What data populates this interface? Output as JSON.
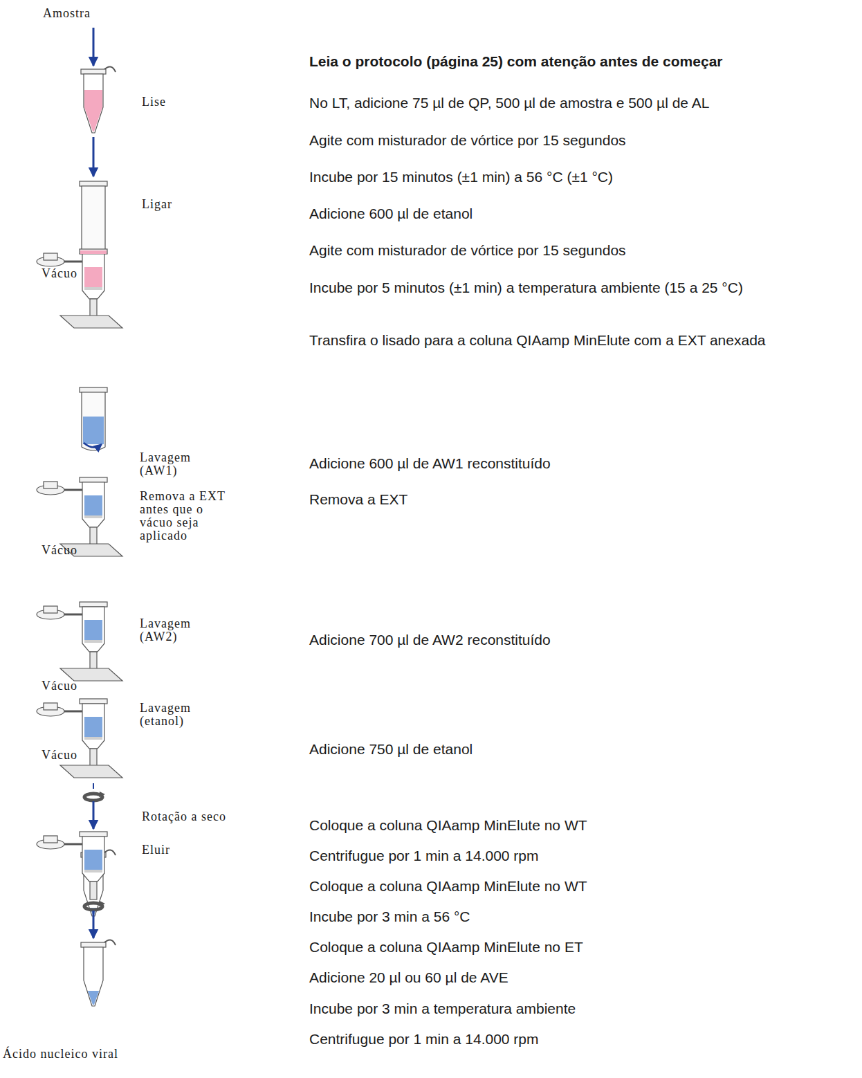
{
  "diagram": {
    "title": "Leia o protocolo (página 25) com atenção antes de começar",
    "labels": [
      "Amostra",
      "Lise",
      "Ligar",
      "Vácuo",
      "Lavagem (AW1)",
      "Remova a EXT antes que o vácuo seja aplicado",
      "Vácuo",
      "Lavagem (AW2)",
      "Vácuo",
      "Lavagem (etanol)",
      "Vácuo",
      "Rotação a seco",
      "Eluir",
      "Ácido nucleico viral",
      "No LT, adicione 75 µl de QP, 500 µl de amostra e 500 µl de AL",
      "Agite com misturador de vórtice por 15 segundos",
      "Incube por 15 minutos (±1 min) a 56 °C (±1 °C)",
      "Adicione 600 µl de etanol",
      "Agite com misturador de vórtice por 15 segundos",
      "Incube por 5 minutos (±1 min) a temperatura ambiente (15 a 25 °C)",
      "Transfira o lisado para a coluna QIAamp MinElute com a EXT anexada",
      "Adicione 600 µl de AW1 reconstituído",
      "Remova a EXT",
      "Adicione 700 µl de AW2 reconstituído",
      "Adicione 750 µl de etanol",
      "Coloque a coluna QIAamp MinElute no WT",
      "Centrifugue por 1 min a 14.000 rpm",
      "Coloque a coluna QIAamp MinElute no WT",
      "Incube por 3 min a 56 °C",
      "Coloque a coluna QIAamp MinElute no ET",
      "Adicione 20 µl ou 60 µl de AVE",
      "Incube por 3 min a temperatura ambiente",
      "Centrifugue por 1 min a 14.000 rpm"
    ]
  }
}
